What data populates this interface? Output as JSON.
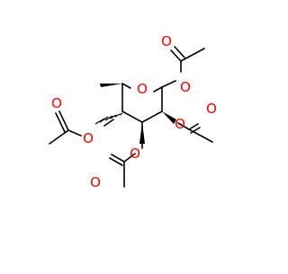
{
  "molecule": {
    "atom_labels": {
      "ring_oxygen": "O",
      "anomeric_oxygen": "O",
      "c2_oxygen": "O",
      "c3_oxygen": "O",
      "c4_oxygen": "O",
      "acetyl1_carbonyl_oxygen": "O",
      "acetyl2_carbonyl_oxygen": "O",
      "acetyl3_carbonyl_oxygen": "O",
      "acetyl4_carbonyl_oxygen": "O"
    },
    "colors": {
      "bond": "#000000",
      "oxygen": "#ff0000",
      "background": "#ffffff"
    }
  }
}
